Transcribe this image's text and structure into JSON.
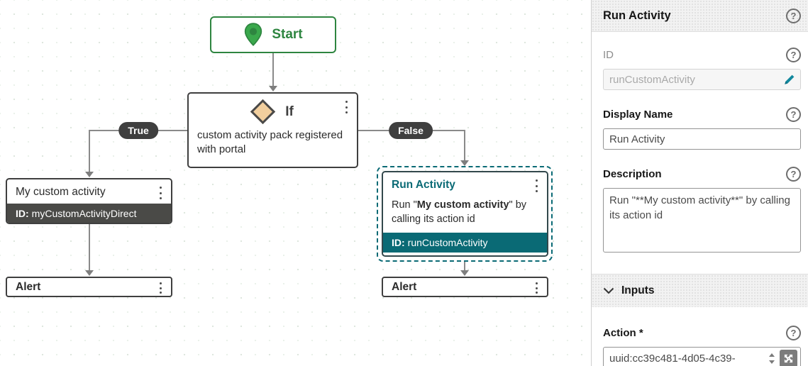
{
  "icons": {
    "help": "?"
  },
  "canvas": {
    "start": {
      "label": "Start"
    },
    "if_node": {
      "title": "If",
      "description": "custom activity pack registered with portal"
    },
    "branches": {
      "true_label": "True",
      "false_label": "False"
    },
    "my_custom_activity": {
      "title": "My custom activity",
      "id_label": "ID:",
      "id_value": "myCustomActivityDirect"
    },
    "run_activity": {
      "title": "Run Activity",
      "desc_prefix": "Run \"",
      "desc_bold": "My custom activity",
      "desc_suffix": "\" by calling its action id",
      "id_label": "ID:",
      "id_value": "runCustomActivity"
    },
    "alert_left": {
      "label": "Alert"
    },
    "alert_right": {
      "label": "Alert"
    }
  },
  "panel": {
    "title": "Run Activity",
    "id_field": {
      "label": "ID",
      "value": "runCustomActivity"
    },
    "display_name": {
      "label": "Display Name",
      "value": "Run Activity"
    },
    "description": {
      "label": "Description",
      "value": "Run \"**My custom activity**\" by calling its action id"
    },
    "inputs_section": {
      "label": "Inputs"
    },
    "action": {
      "label": "Action *",
      "value": "uuid:cc39c481-4d05-4c39-"
    }
  },
  "colors": {
    "accent_teal": "#0a6a75",
    "start_green": "#2e8540",
    "node_border": "#3f3f3f",
    "dark_band": "#4a4a47",
    "diamond_fill": "#f2cf9e"
  }
}
